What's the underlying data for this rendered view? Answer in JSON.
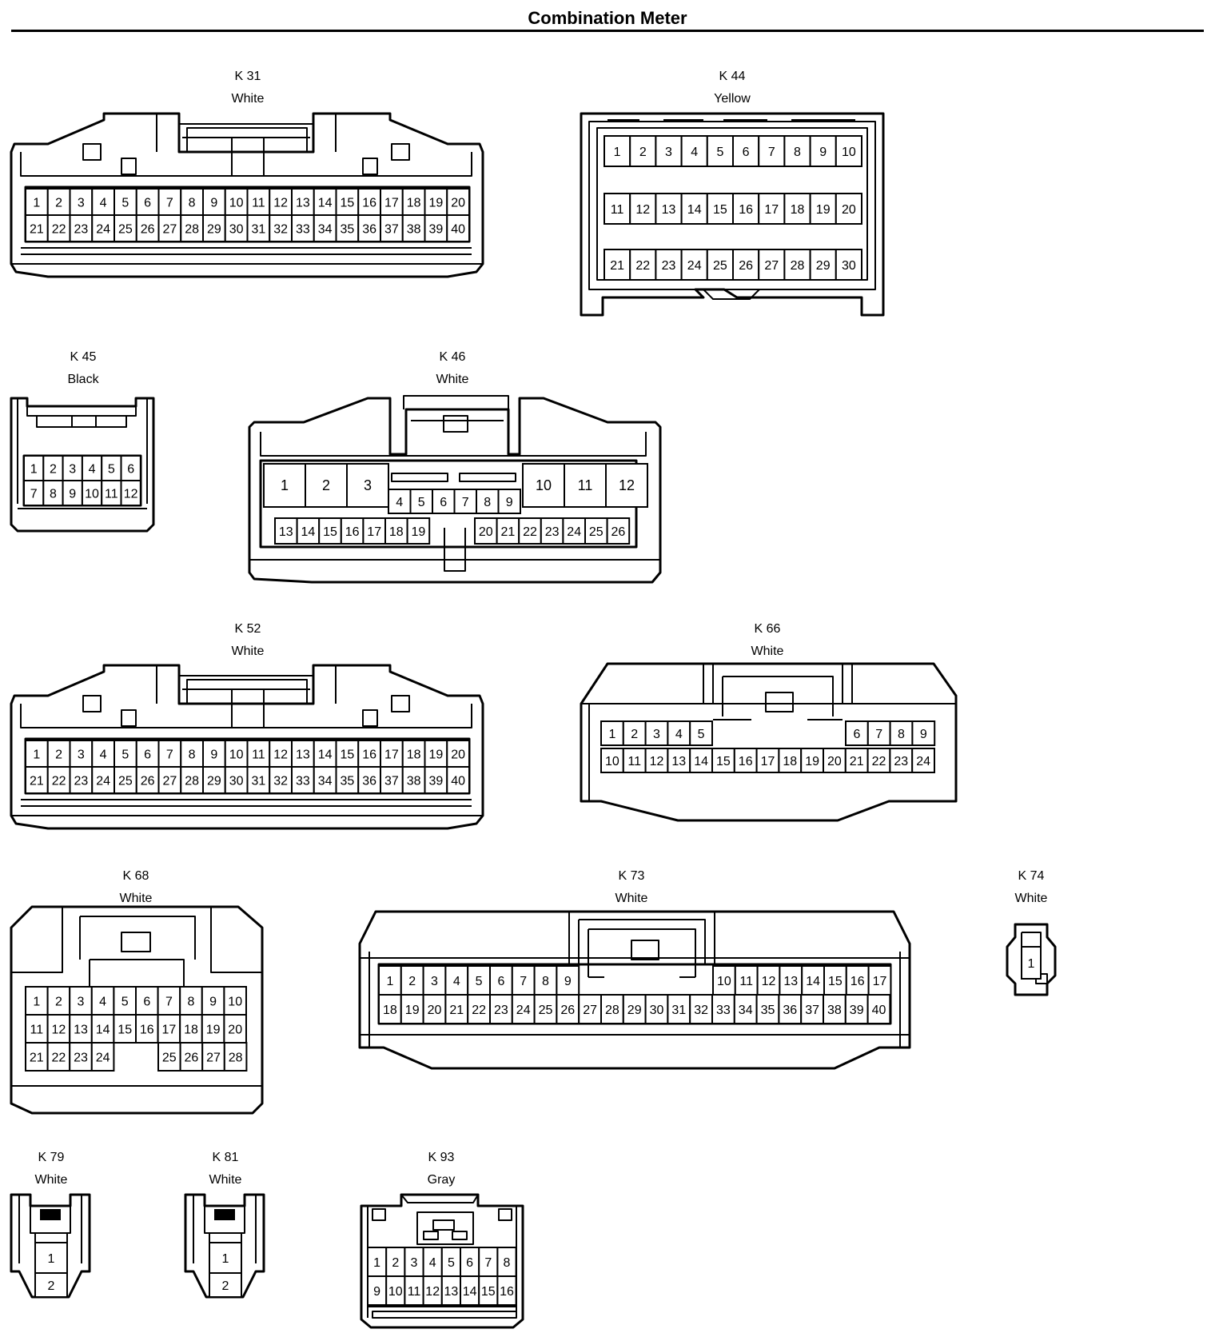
{
  "title": "Combination Meter",
  "connectors": [
    {
      "id": "K 31",
      "color": "White",
      "rows": [
        [
          "1",
          "2",
          "3",
          "4",
          "5",
          "6",
          "7",
          "8",
          "9",
          "10",
          "11",
          "12",
          "13",
          "14",
          "15",
          "16",
          "17",
          "18",
          "19",
          "20"
        ],
        [
          "21",
          "22",
          "23",
          "24",
          "25",
          "26",
          "27",
          "28",
          "29",
          "30",
          "31",
          "32",
          "33",
          "34",
          "35",
          "36",
          "37",
          "38",
          "39",
          "40"
        ]
      ]
    },
    {
      "id": "K 44",
      "color": "Yellow",
      "rows": [
        [
          "1",
          "2",
          "3",
          "4",
          "5",
          "6",
          "7",
          "8",
          "9",
          "10"
        ],
        [
          "11",
          "12",
          "13",
          "14",
          "15",
          "16",
          "17",
          "18",
          "19",
          "20"
        ],
        [
          "21",
          "22",
          "23",
          "24",
          "25",
          "26",
          "27",
          "28",
          "29",
          "30"
        ]
      ]
    },
    {
      "id": "K 45",
      "color": "Black",
      "rows": [
        [
          "1",
          "2",
          "3",
          "4",
          "5",
          "6"
        ],
        [
          "7",
          "8",
          "9",
          "10",
          "11",
          "12"
        ]
      ]
    },
    {
      "id": "K 46",
      "color": "White",
      "rows": [
        [
          "1",
          "2",
          "3",
          "10",
          "11",
          "12"
        ],
        [
          "4",
          "5",
          "6",
          "7",
          "8",
          "9"
        ],
        [
          "13",
          "14",
          "15",
          "16",
          "17",
          "18",
          "19",
          "20",
          "21",
          "22",
          "23",
          "24",
          "25",
          "26"
        ]
      ]
    },
    {
      "id": "K 52",
      "color": "White",
      "rows": [
        [
          "1",
          "2",
          "3",
          "4",
          "5",
          "6",
          "7",
          "8",
          "9",
          "10",
          "11",
          "12",
          "13",
          "14",
          "15",
          "16",
          "17",
          "18",
          "19",
          "20"
        ],
        [
          "21",
          "22",
          "23",
          "24",
          "25",
          "26",
          "27",
          "28",
          "29",
          "30",
          "31",
          "32",
          "33",
          "34",
          "35",
          "36",
          "37",
          "38",
          "39",
          "40"
        ]
      ]
    },
    {
      "id": "K 66",
      "color": "White",
      "rows": [
        [
          "1",
          "2",
          "3",
          "4",
          "5",
          "6",
          "7",
          "8",
          "9"
        ],
        [
          "10",
          "11",
          "12",
          "13",
          "14",
          "15",
          "16",
          "17",
          "18",
          "19",
          "20",
          "21",
          "22",
          "23",
          "24"
        ]
      ]
    },
    {
      "id": "K 68",
      "color": "White",
      "rows": [
        [
          "1",
          "2",
          "3",
          "4",
          "5",
          "6",
          "7",
          "8",
          "9",
          "10"
        ],
        [
          "11",
          "12",
          "13",
          "14",
          "15",
          "16",
          "17",
          "18",
          "19",
          "20"
        ],
        [
          "21",
          "22",
          "23",
          "24",
          "25",
          "26",
          "27",
          "28"
        ]
      ]
    },
    {
      "id": "K 73",
      "color": "White",
      "rows": [
        [
          "1",
          "2",
          "3",
          "4",
          "5",
          "6",
          "7",
          "8",
          "9",
          "10",
          "11",
          "12",
          "13",
          "14",
          "15",
          "16",
          "17"
        ],
        [
          "18",
          "19",
          "20",
          "21",
          "22",
          "23",
          "24",
          "25",
          "26",
          "27",
          "28",
          "29",
          "30",
          "31",
          "32",
          "33",
          "34",
          "35",
          "36",
          "37",
          "38",
          "39",
          "40"
        ]
      ]
    },
    {
      "id": "K 74",
      "color": "White",
      "rows": [
        [
          "1"
        ]
      ]
    },
    {
      "id": "K 79",
      "color": "White",
      "rows": [
        [
          "1"
        ],
        [
          "2"
        ]
      ]
    },
    {
      "id": "K 81",
      "color": "White",
      "rows": [
        [
          "1"
        ],
        [
          "2"
        ]
      ]
    },
    {
      "id": "K 93",
      "color": "Gray",
      "rows": [
        [
          "1",
          "2",
          "3",
          "4",
          "5",
          "6",
          "7",
          "8"
        ],
        [
          "9",
          "10",
          "11",
          "12",
          "13",
          "14",
          "15",
          "16"
        ]
      ]
    }
  ]
}
